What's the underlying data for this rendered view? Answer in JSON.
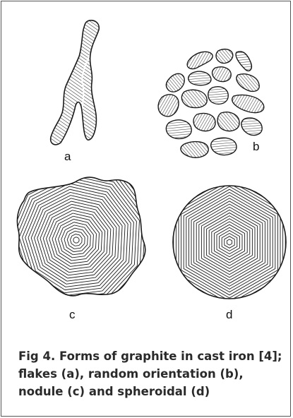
{
  "figure": {
    "panels": [
      {
        "key": "a",
        "label": "a",
        "form": "flakes"
      },
      {
        "key": "b",
        "label": "b",
        "form": "random orientation"
      },
      {
        "key": "c",
        "label": "c",
        "form": "nodule"
      },
      {
        "key": "d",
        "label": "d",
        "form": "spheroidal"
      }
    ]
  },
  "caption": {
    "line1": "Fig 4. Forms of graphite in cast iron [4];",
    "line2": "flakes (a), random orientation (b),",
    "line3": "nodule (c) and spheroidal (d)"
  },
  "colors": {
    "ink": "#1a1a1a",
    "caption": "#2a2a2a",
    "background": "#ffffff"
  }
}
